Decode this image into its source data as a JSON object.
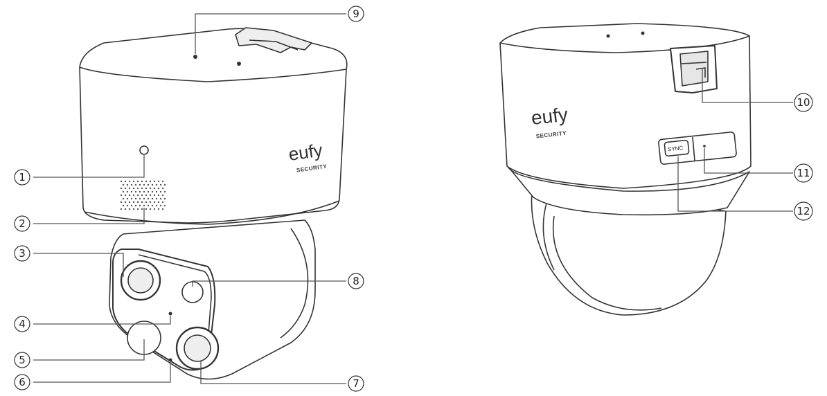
{
  "brand": {
    "logo_text": "eufy",
    "tagline": "SECURITY"
  },
  "sync_button_text": "SYNC",
  "callouts": [
    {
      "number": "1",
      "glyph": "①"
    },
    {
      "number": "2",
      "glyph": "②"
    },
    {
      "number": "3",
      "glyph": "③"
    },
    {
      "number": "4",
      "glyph": "④"
    },
    {
      "number": "5",
      "glyph": "⑤"
    },
    {
      "number": "6",
      "glyph": "⑥"
    },
    {
      "number": "7",
      "glyph": "⑦"
    },
    {
      "number": "8",
      "glyph": "⑧"
    },
    {
      "number": "9",
      "glyph": "⑨"
    },
    {
      "number": "10",
      "glyph": "⑩"
    },
    {
      "number": "11",
      "glyph": "⑪"
    },
    {
      "number": "12",
      "glyph": "⑫"
    }
  ],
  "colors": {
    "line": "#333333",
    "fill": "#ffffff",
    "shade": "#e6e6e6"
  }
}
